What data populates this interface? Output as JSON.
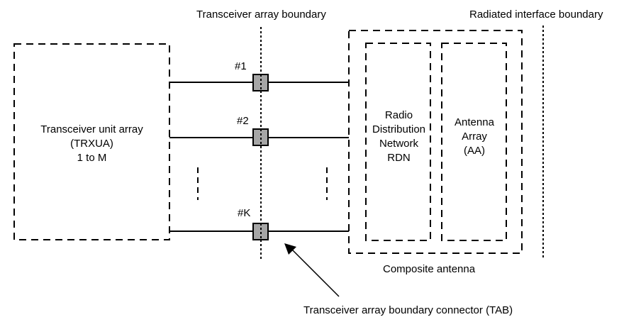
{
  "labels": {
    "transceiver_array_boundary": "Transceiver array boundary",
    "radiated_interface_boundary": "Radiated interface boundary",
    "composite_antenna": "Composite antenna",
    "tab_connector": "Transceiver array boundary connector (TAB)"
  },
  "trxua": {
    "line1": "Transceiver unit array",
    "line2": "(TRXUA)",
    "line3": "1 to M"
  },
  "rdn": {
    "line1": "Radio",
    "line2": "Distribution",
    "line3": "Network",
    "line4": "RDN"
  },
  "aa": {
    "line1": "Antenna",
    "line2": "Array",
    "line3": "(AA)"
  },
  "connectors": [
    {
      "label": "#1"
    },
    {
      "label": "#2"
    },
    {
      "label": "#K"
    }
  ],
  "colors": {
    "connector_fill": "#a6a6a6",
    "stroke": "#000000"
  }
}
